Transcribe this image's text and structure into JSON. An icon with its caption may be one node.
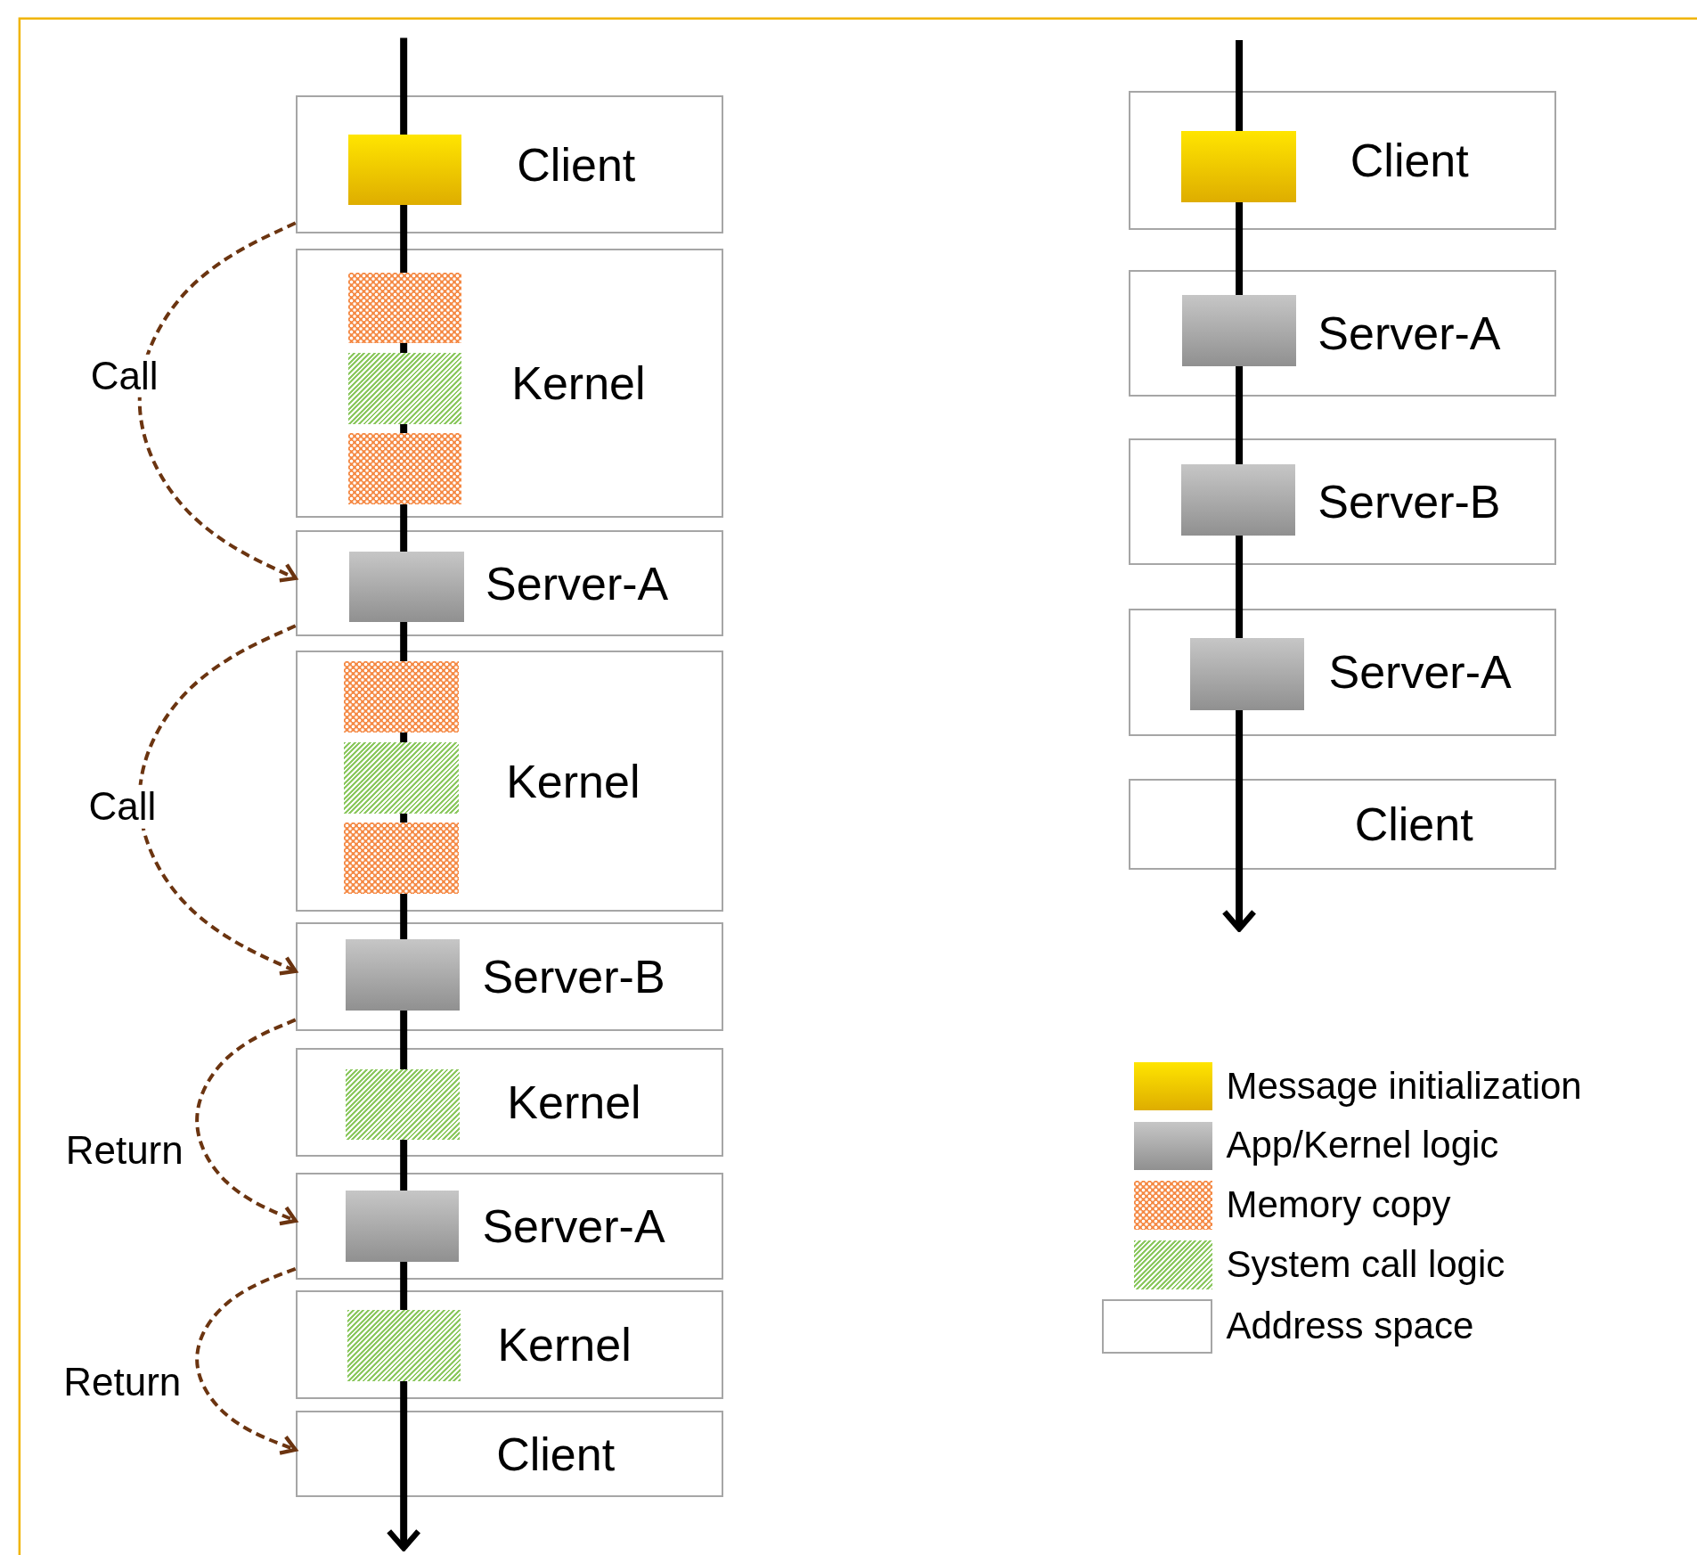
{
  "diagram": {
    "nodes": [
      {
        "text": [
          "Client"
        ]
      },
      {
        "text": [],
        "shape": "box",
        "in": 0
      },
      {
        "text": [
          "Kernel"
        ]
      },
      {
        "text": [],
        "shape": "box",
        "in": 2
      },
      {
        "text": [],
        "shape": "box",
        "in": 2
      },
      {
        "text": [],
        "shape": "box",
        "in": 2
      },
      {
        "text": [
          "Server-A"
        ]
      },
      {
        "text": [],
        "shape": "box",
        "in": 6
      },
      {
        "text": [
          "Kernel"
        ]
      },
      {
        "text": [],
        "shape": "box",
        "in": 8
      },
      {
        "text": [],
        "shape": "box",
        "in": 8
      },
      {
        "text": [],
        "shape": "box",
        "in": 8
      },
      {
        "text": [
          "Server-B"
        ]
      },
      {
        "text": [],
        "shape": "box",
        "in": 12
      },
      {
        "text": [
          "Kernel"
        ]
      },
      {
        "text": [],
        "shape": "box",
        "in": 14
      },
      {
        "text": [
          "Server-A"
        ]
      },
      {
        "text": [],
        "shape": "box",
        "in": 16
      },
      {
        "text": [
          "Kernel"
        ]
      },
      {
        "text": [],
        "shape": "box",
        "in": 18
      },
      {
        "text": [
          "Client"
        ]
      },
      {
        "text": [
          "Client"
        ]
      },
      {
        "text": [],
        "shape": "box",
        "in": 21
      },
      {
        "text": [
          "Server-A"
        ]
      },
      {
        "text": [],
        "shape": "box",
        "in": 23
      },
      {
        "text": [
          "Server-B"
        ]
      },
      {
        "text": [],
        "shape": "box",
        "in": 25
      },
      {
        "text": [
          "Server-A"
        ]
      },
      {
        "text": [],
        "shape": "box",
        "in": 27
      },
      {
        "text": [
          "Client"
        ]
      }
    ],
    "edges": [
      {
        "from": 0,
        "to": 6,
        "arrow": "to",
        "label": "Call",
        "style": "dashed"
      },
      {
        "from": 6,
        "to": 12,
        "arrow": "to",
        "label": "Call",
        "style": "dashed"
      },
      {
        "from": 12,
        "to": 16,
        "arrow": "to",
        "label": "Return",
        "style": "dashed"
      },
      {
        "from": 16,
        "to": 20,
        "arrow": "to",
        "label": "Return",
        "style": "dashed"
      }
    ],
    "legend": [
      {
        "text": "Message initialization",
        "color": "#f7c000"
      },
      {
        "text": "App/Kernel logic",
        "color": "#a6a6a6"
      },
      {
        "text": "Memory copy",
        "color": "#f4843c"
      },
      {
        "text": "System call logic",
        "color": "#8cc860"
      },
      {
        "text": "Address space"
      }
    ]
  }
}
